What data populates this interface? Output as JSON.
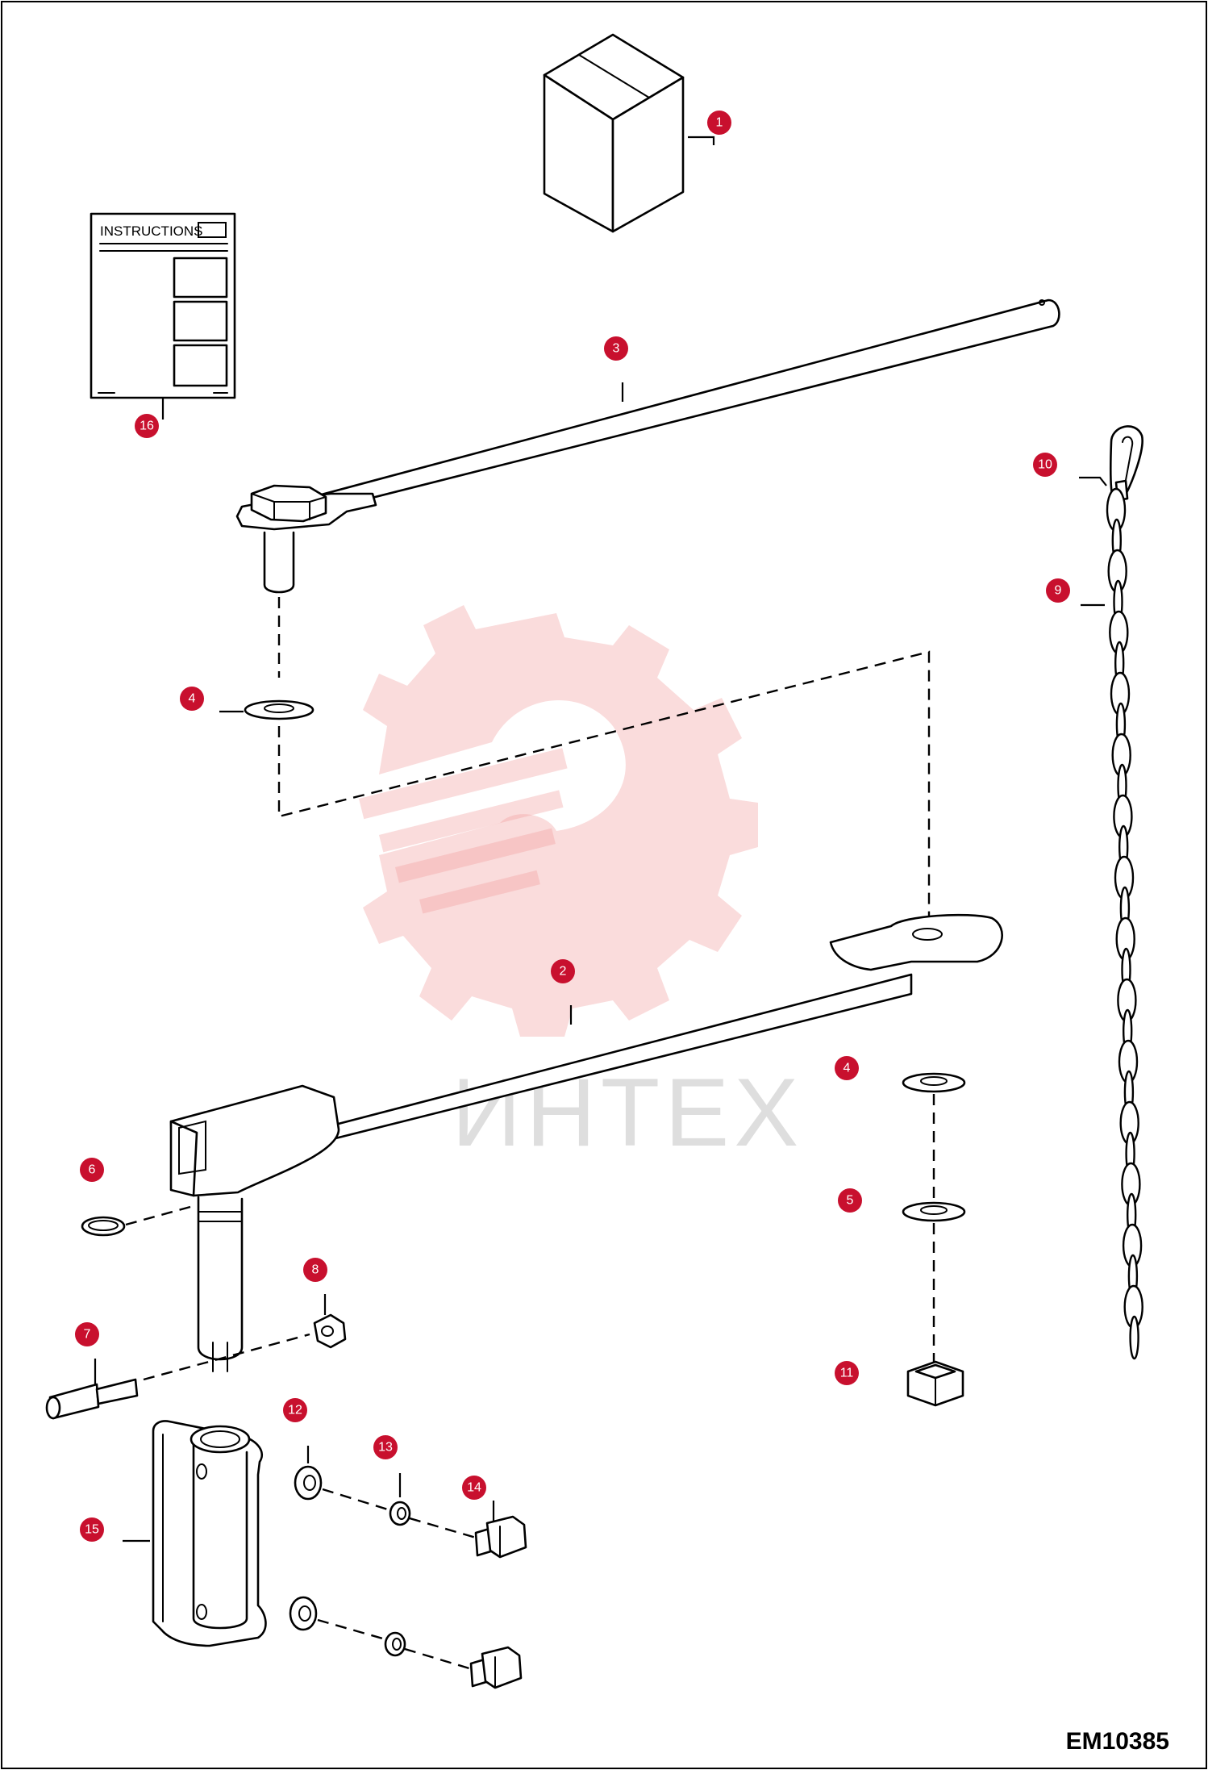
{
  "drawing_code": "EM10385",
  "instruction_sheet_title": "INSTRUCTIONS",
  "watermark_text": "ИНТЕХ",
  "colors": {
    "badge": "#c8102e",
    "watermark": "#f29a9a"
  },
  "callouts": {
    "c1": "1",
    "c2": "2",
    "c3": "3",
    "c4a": "4",
    "c4b": "4",
    "c5": "5",
    "c6": "6",
    "c7": "7",
    "c8": "8",
    "c9": "9",
    "c10": "10",
    "c11": "11",
    "c12": "12",
    "c13": "13",
    "c14": "14",
    "c15": "15",
    "c16": "16"
  }
}
